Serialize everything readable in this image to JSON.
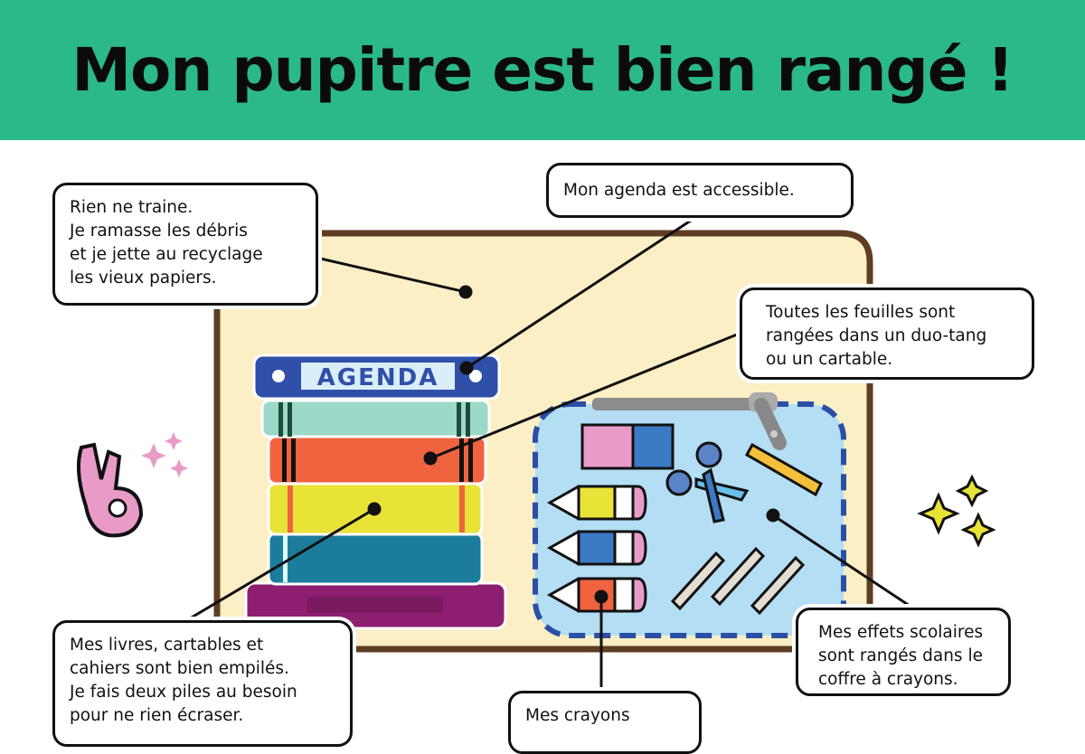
{
  "title": "Mon pupitre est bien rangé !",
  "colors": {
    "header": "#2bb98c",
    "desk": "#fcefc5",
    "desk_border": "#5e3d22",
    "pencil_case": "#b3def3",
    "pencil_case_border": "#2a4fa5"
  },
  "agenda_label": "AGENDA",
  "callouts": {
    "floor": [
      "Rien ne traine.",
      "Je ramasse les débris",
      "et je jette au recyclage",
      "les vieux papiers."
    ],
    "agenda": [
      "Mon agenda est accessible."
    ],
    "sheets": [
      "Toutes les feuilles sont",
      "rangées dans un duo-tang",
      "ou un cartable."
    ],
    "books": [
      "Mes livres, cartables et",
      "cahiers sont bien empilés.",
      "Je fais deux piles au besoin",
      "pour ne rien écraser."
    ],
    "pencils": [
      "Mes crayons"
    ],
    "supplies": [
      "Mes effets scolaires",
      "sont rangés dans le",
      "coffre à crayons."
    ]
  },
  "icons": [
    "ok-hand-icon",
    "sparkles-icon",
    "eraser-icon",
    "pencil-icon",
    "scissors-icon",
    "ruler-icon",
    "highlighter-icon",
    "zipper-icon"
  ]
}
